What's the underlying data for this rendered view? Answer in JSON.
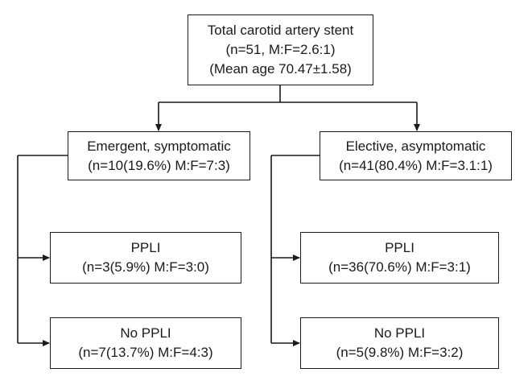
{
  "diagram": {
    "colors": {
      "line": "#1a1a1a",
      "box_border": "#1a1a1a",
      "text": "#1a1a1a",
      "background": "#ffffff"
    },
    "root": {
      "line1": "Total carotid artery stent",
      "line2": "(n=51, M:F=2.6:1)",
      "line3": "(Mean age 70.47±1.58)"
    },
    "emergent": {
      "line1": "Emergent, symptomatic",
      "line2": "(n=10(19.6%) M:F=7:3)",
      "ppli": {
        "line1": "PPLI",
        "line2": "(n=3(5.9%) M:F=3:0)"
      },
      "no_ppli": {
        "line1": "No PPLI",
        "line2": "(n=7(13.7%) M:F=4:3)"
      }
    },
    "elective": {
      "line1": "Elective, asymptomatic",
      "line2": "(n=41(80.4%) M:F=3.1:1)",
      "ppli": {
        "line1": "PPLI",
        "line2": "(n=36(70.6%) M:F=3:1)"
      },
      "no_ppli": {
        "line1": "No PPLI",
        "line2": "(n=5(9.8%) M:F=3:2)"
      }
    }
  }
}
